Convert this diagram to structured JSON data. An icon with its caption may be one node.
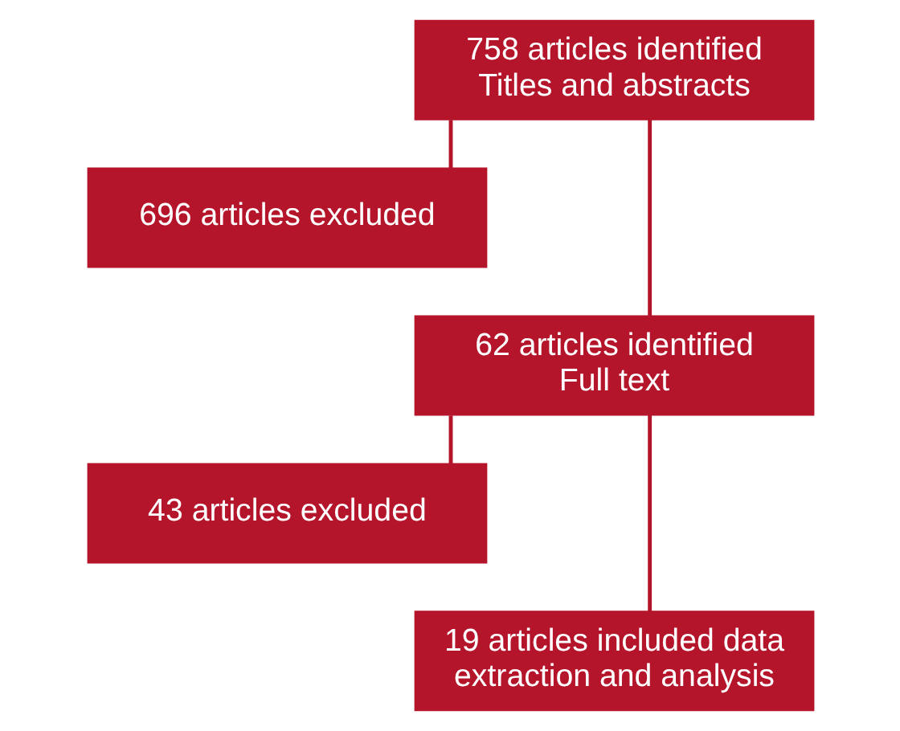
{
  "diagram": {
    "nodes": [
      {
        "text": [
          "758 articles identified",
          "Titles and abstracts"
        ]
      },
      {
        "text": [
          "696 articles excluded"
        ]
      },
      {
        "text": [
          "62 articles identified",
          "Full text"
        ]
      },
      {
        "text": [
          "43 articles excluded"
        ]
      },
      {
        "text": [
          "19 articles included data extraction and analysis"
        ]
      }
    ],
    "edges": [
      {
        "from": 0,
        "to": 2,
        "arrow": "none"
      },
      {
        "from": 0,
        "to": 1,
        "arrow": "none"
      },
      {
        "from": 2,
        "to": 4,
        "arrow": "none"
      },
      {
        "from": 2,
        "to": 3,
        "arrow": "none"
      }
    ]
  }
}
